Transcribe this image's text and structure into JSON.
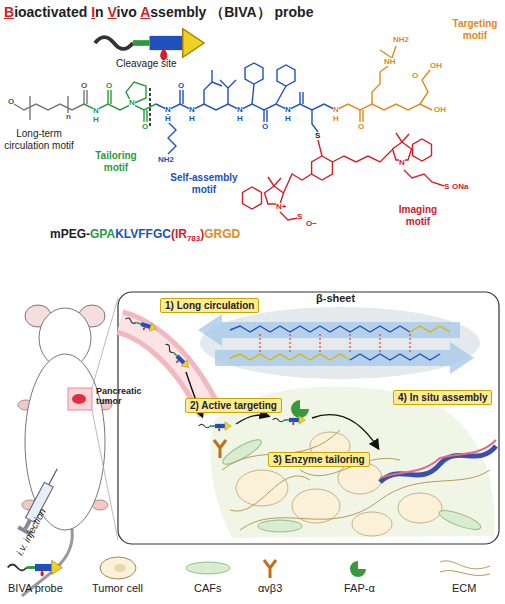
{
  "diagram": {
    "title": "Bioactivated In Vivo Assembly （BIVA） probe",
    "nodes": [
      {
        "text": [
          "1) Long circulation"
        ]
      },
      {
        "text": [
          "2) Active targeting"
        ]
      },
      {
        "text": [
          "3) Enzyme tailoring"
        ]
      },
      {
        "text": [
          "4) In situ assembly"
        ]
      }
    ],
    "labels": [
      "Cleavage site",
      "Targeting motif",
      "Long-term circulation motif",
      "Tailoring motif",
      "Self-assembly motif",
      "Imaging motif",
      "mPEG-GPAKLVFFGC(IR783)GRGD",
      "Pancreatic tumor",
      "i.v. injection",
      "β-sheet",
      "O",
      "n",
      "O",
      "N",
      "H",
      "O",
      "N",
      "O",
      "N",
      "H",
      "NH2",
      "O",
      "N",
      "H",
      "N",
      "H",
      "N",
      "H",
      "O",
      "S",
      "N",
      "H",
      "NH",
      "NH2",
      "OH",
      "O",
      "OH",
      "O",
      "N+",
      "N",
      "S",
      "O−",
      "S",
      "ONa"
    ],
    "legend": [
      {
        "text": "BIVA probe"
      },
      {
        "text": "Tumor cell"
      },
      {
        "text": "CAFs"
      },
      {
        "text": "αvβ3"
      },
      {
        "text": "FAP-α"
      },
      {
        "text": "ECM"
      }
    ]
  }
}
